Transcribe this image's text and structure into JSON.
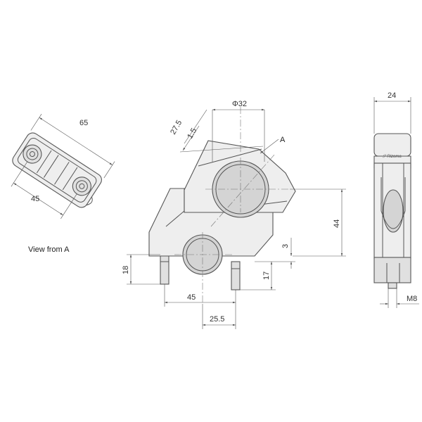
{
  "labels": {
    "view_caption": "View from A",
    "view_marker": "A",
    "brand_mark": "ℱ Rizoma"
  },
  "dimensions": {
    "top_view_length": "65",
    "top_view_hole_spacing": "45",
    "bar_diameter": "Φ32",
    "height_offset": "27.5",
    "clamp_gap": "1.5",
    "clamp_height": "44",
    "offset_small": "3",
    "stud_length_left": "18",
    "stud_length_right": "17",
    "base_hole_spacing": "45",
    "base_offset": "25.5",
    "side_width": "24",
    "thread_size": "M8"
  }
}
